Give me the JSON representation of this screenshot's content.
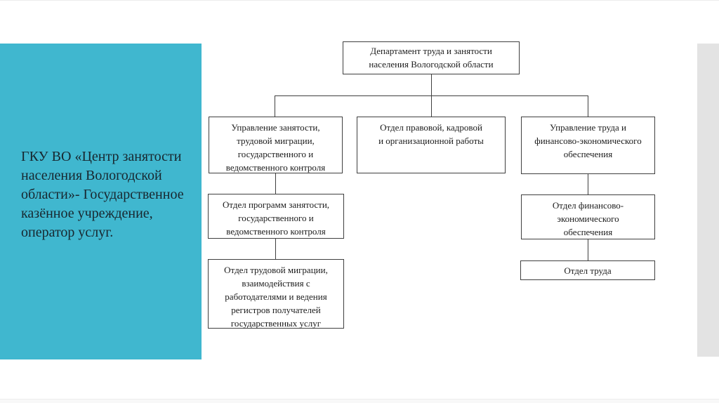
{
  "sidebar": {
    "background_color": "#40b7cf",
    "caption_lines": [
      "ГКУ ВО «Центр занятости",
      "населения Вологодской",
      "области»- Государственное",
      "казённое учреждение,",
      "оператор услуг."
    ]
  },
  "right_panel": {
    "background_color": "#e3e3e3"
  },
  "org_chart": {
    "line_color": "#3f3f3f",
    "nodes": {
      "root": {
        "lines": [
          "Департамент труда и занятости",
          "населения Вологодской области"
        ]
      },
      "employment": {
        "lines": [
          "Управление занятости,",
          "трудовой миграции,",
          "государственного и",
          "ведомственного контроля"
        ]
      },
      "legal": {
        "lines": [
          "Отдел правовой, кадровой",
          "и организационной работы"
        ]
      },
      "labor_finance": {
        "lines": [
          "Управление труда и",
          "финансово-экономического",
          "обеспечения"
        ]
      },
      "programs": {
        "lines": [
          "Отдел программ занятости,",
          "государственного и",
          "ведомственного контроля"
        ]
      },
      "migration": {
        "lines": [
          "Отдел трудовой миграции,",
          "взаимодействия с",
          "работодателями и ведения",
          "регистров получателей",
          "государственных услуг"
        ]
      },
      "finance": {
        "lines": [
          "Отдел финансово-",
          "экономического",
          "обеспечения"
        ]
      },
      "labor_unit": {
        "lines": [
          "Отдел труда"
        ]
      }
    }
  }
}
